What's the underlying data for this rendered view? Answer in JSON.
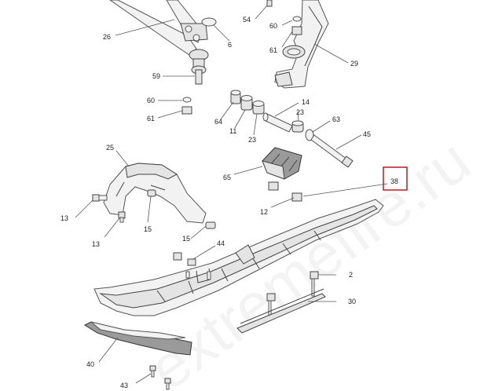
{
  "diagram": {
    "callouts": {
      "c26": "26",
      "c6": "6",
      "c54": "54",
      "c60a": "60",
      "c61a": "61",
      "c29": "29",
      "c59": "59",
      "c60b": "60",
      "c61b": "61",
      "c14": "14",
      "c64": "64",
      "c11": "11",
      "c23a": "23",
      "c23b": "23",
      "c63": "63",
      "c45": "45",
      "c25": "25",
      "c65": "65",
      "c38": "38",
      "c12": "12",
      "c13a": "13",
      "c15a": "15",
      "c13b": "13",
      "c15b": "15",
      "c44": "44",
      "c2": "2",
      "c30": "30",
      "c40": "40",
      "c43": "43"
    },
    "highlight": {
      "target": "38",
      "color": "#c0272d"
    },
    "watermark": "extremefire.ru"
  }
}
